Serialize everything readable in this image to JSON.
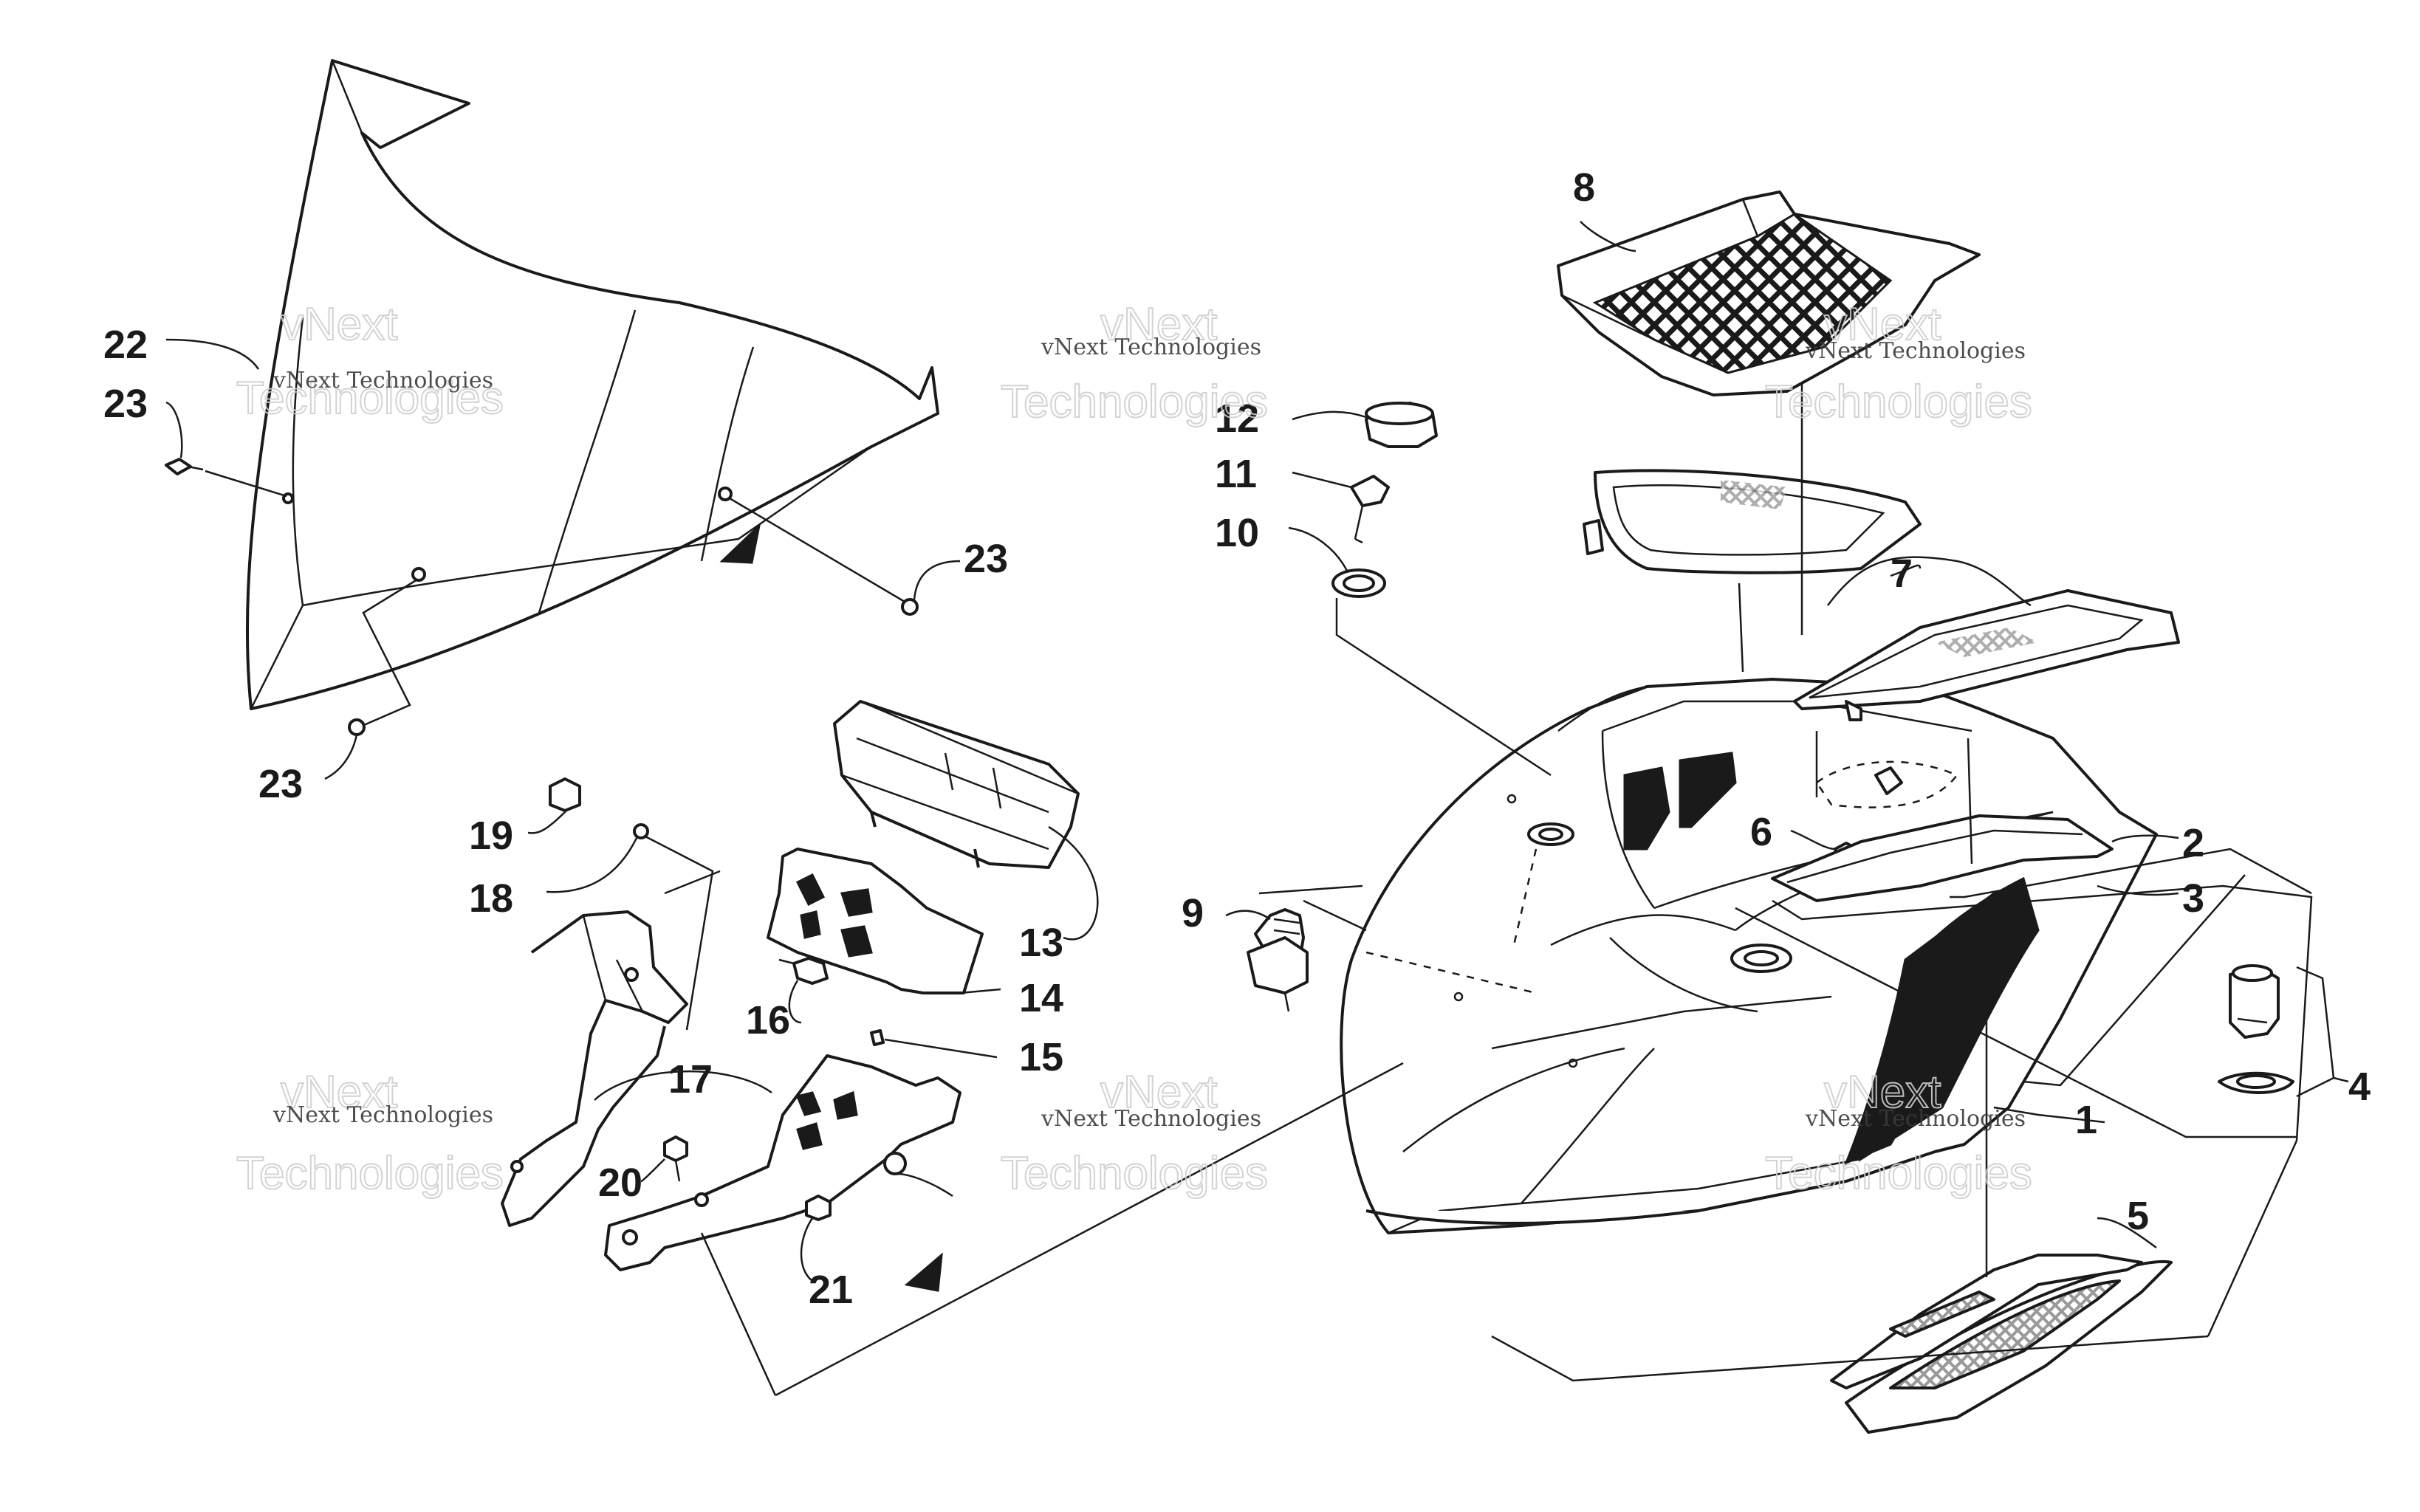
{
  "watermark": {
    "line1": "vNext Technologies",
    "line2": "vNext",
    "line3": "Technologies"
  },
  "callouts": [
    {
      "id": "1",
      "label": "1"
    },
    {
      "id": "2",
      "label": "2"
    },
    {
      "id": "3",
      "label": "3"
    },
    {
      "id": "4",
      "label": "4"
    },
    {
      "id": "5",
      "label": "5"
    },
    {
      "id": "6",
      "label": "6"
    },
    {
      "id": "7",
      "label": "7"
    },
    {
      "id": "8",
      "label": "8"
    },
    {
      "id": "9",
      "label": "9"
    },
    {
      "id": "10",
      "label": "10"
    },
    {
      "id": "11",
      "label": "11"
    },
    {
      "id": "12",
      "label": "12"
    },
    {
      "id": "13",
      "label": "13"
    },
    {
      "id": "14",
      "label": "14"
    },
    {
      "id": "15",
      "label": "15"
    },
    {
      "id": "16",
      "label": "16"
    },
    {
      "id": "17",
      "label": "17"
    },
    {
      "id": "18",
      "label": "18"
    },
    {
      "id": "19",
      "label": "19"
    },
    {
      "id": "20",
      "label": "20"
    },
    {
      "id": "21",
      "label": "21"
    },
    {
      "id": "22",
      "label": "22"
    },
    {
      "id": "23a",
      "label": "23"
    },
    {
      "id": "23b",
      "label": "23"
    },
    {
      "id": "23c",
      "label": "23"
    }
  ]
}
